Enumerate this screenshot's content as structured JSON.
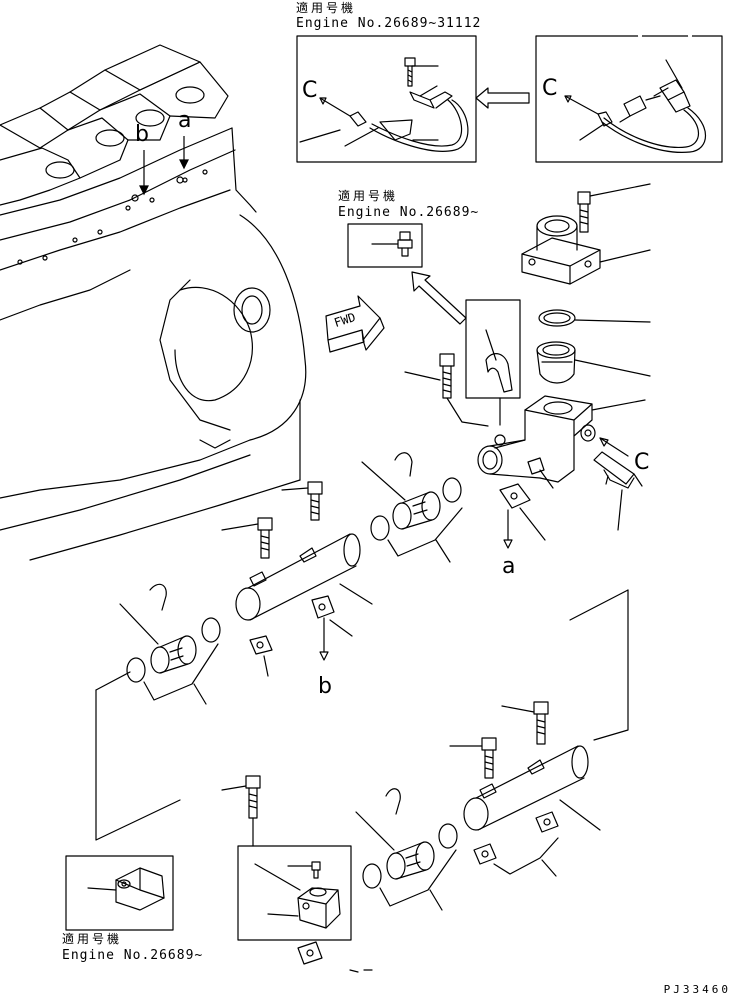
{
  "callouts": [
    {
      "id": "top",
      "applicable_label": "適用号機",
      "engine_label": "Engine No.26689~31112"
    },
    {
      "id": "mid",
      "applicable_label": "適用号機",
      "engine_label": "Engine No.26689~"
    },
    {
      "id": "bottom",
      "applicable_label": "適用号機",
      "engine_label": "Engine No.26689~"
    }
  ],
  "reference_letters": {
    "a": "a",
    "b": "b",
    "c": "C"
  },
  "fwd_label": "FWD",
  "drawing_code": "PJ33460"
}
